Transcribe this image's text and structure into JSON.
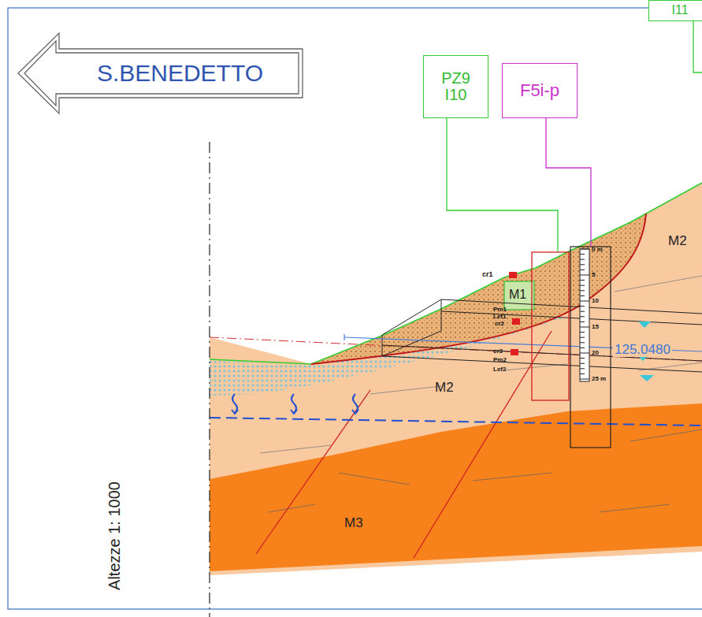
{
  "diagram": {
    "nodes": [
      {
        "text": [
          "S.BENEDETTO"
        ]
      },
      {
        "text": [
          "PZ9 I10"
        ]
      },
      {
        "text": [
          "F5i-p"
        ]
      },
      {
        "text": [
          "I11"
        ]
      }
    ],
    "labels": [
      "M2",
      "M1",
      "cr1",
      "Pm1",
      "Lef1",
      "cr2",
      "cr3",
      "Pm2",
      "Lef2",
      "0 m",
      "5",
      "10",
      "15",
      "20",
      "25 m",
      "125.0480",
      "M2",
      "M3",
      "Altezze 1: 1000"
    ]
  }
}
